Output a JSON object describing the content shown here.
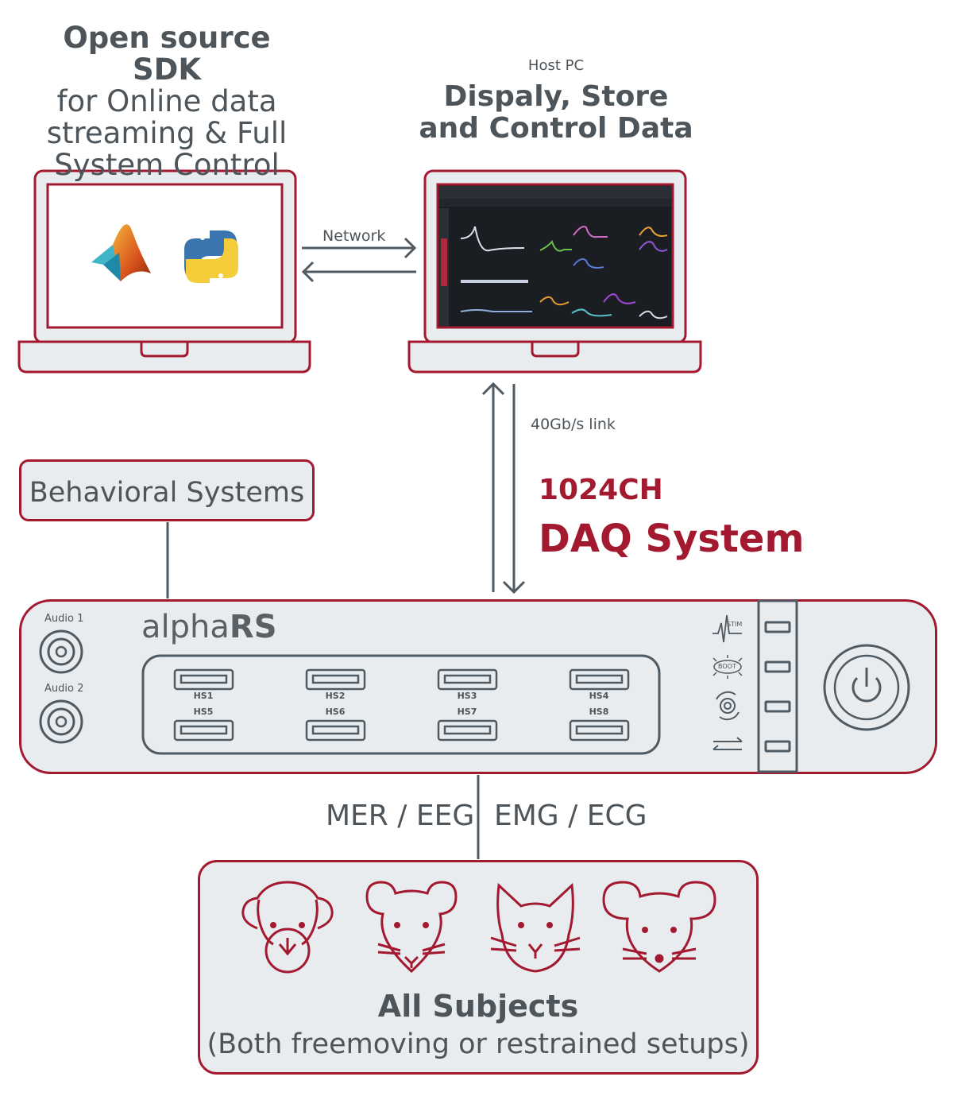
{
  "sdk": {
    "line1": "Open source SDK",
    "line2": "for Online data",
    "line3": "streaming & Full",
    "line4": "System Control",
    "icons": [
      "matlab-logo",
      "python-logo"
    ]
  },
  "host": {
    "caption": "Host PC",
    "line1": "Dispaly, Store",
    "line2": "and Control Data"
  },
  "links": {
    "network": "Network",
    "fiber": "40Gb/s link"
  },
  "daq": {
    "channels": "1024CH",
    "system": "DAQ System"
  },
  "behavioral": {
    "label": "Behavioral Systems"
  },
  "device": {
    "brand_light": "alpha",
    "brand_bold": "RS",
    "audio1": "Audio 1",
    "audio2": "Audio 2",
    "headstages": [
      "HS1",
      "HS2",
      "HS3",
      "HS4",
      "HS5",
      "HS6",
      "HS7",
      "HS8"
    ],
    "status": {
      "stim": "STIM",
      "boot": "BOOT"
    }
  },
  "signals": {
    "left": "MER / EEG",
    "right": "EMG / ECG"
  },
  "subjects": {
    "title": "All Subjects",
    "subtitle": "(Both freemoving or restrained setups)",
    "animals": [
      "monkey-icon",
      "rat-icon",
      "cat-icon",
      "mouse-icon"
    ]
  },
  "colors": {
    "accent": "#a3192f",
    "panel": "#e8ecef",
    "text": "#4d555a"
  }
}
